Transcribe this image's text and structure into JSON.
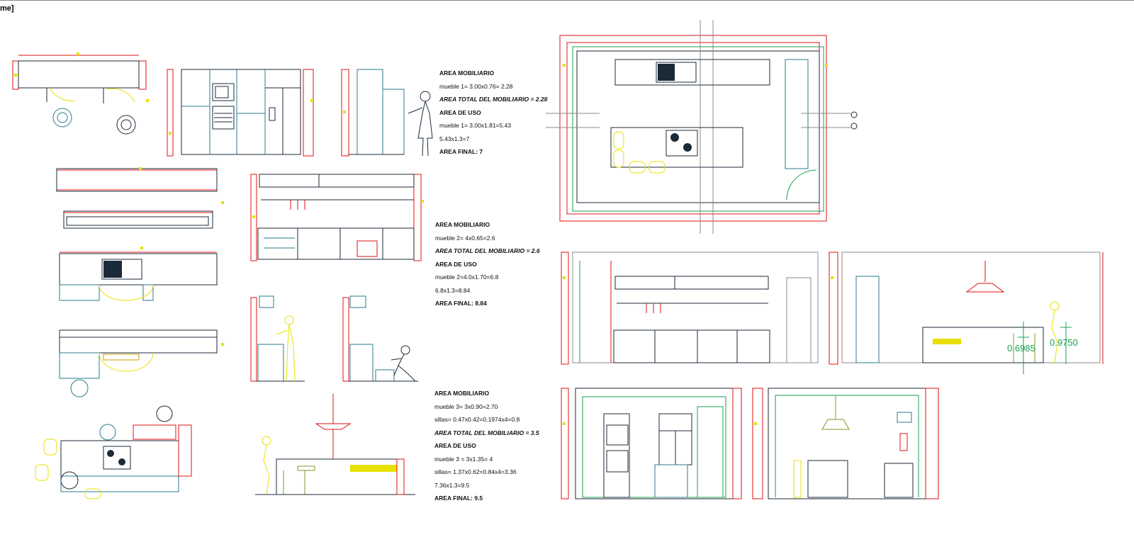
{
  "window": {
    "title_fragment": "me]"
  },
  "notes": [
    {
      "id": "notes-1",
      "lines": [
        {
          "t": "AREA MOBILIARIO",
          "s": "b"
        },
        {
          "t": "mueble 1= 3.00x0.76= 2.28",
          "s": "n"
        },
        {
          "t": "AREA TOTAL DEL MOBILIARIO = 2.28",
          "s": "i"
        },
        {
          "t": "AREA DE USO",
          "s": "b"
        },
        {
          "t": "mueble 1= 3.00x1.81=5.43",
          "s": "n"
        },
        {
          "t": "5.43x1.3=7",
          "s": "n"
        },
        {
          "t": "AREA FINAL: 7",
          "s": "b"
        }
      ]
    },
    {
      "id": "notes-2",
      "lines": [
        {
          "t": "AREA MOBILIARIO",
          "s": "b"
        },
        {
          "t": "mueble 2= 4x0.65=2.6",
          "s": "n"
        },
        {
          "t": "AREA TOTAL DEL MOBILIARIO = 2.6",
          "s": "i"
        },
        {
          "t": "AREA DE USO",
          "s": "b"
        },
        {
          "t": "mueble 2=4.0x1.70=6.8",
          "s": "n"
        },
        {
          "t": "6.8x1.3=8.84",
          "s": "n"
        },
        {
          "t": "AREA FINAL: 8.84",
          "s": "b"
        }
      ]
    },
    {
      "id": "notes-3",
      "lines": [
        {
          "t": "AREA MOBILIARIO",
          "s": "b"
        },
        {
          "t": "mueble 3= 3x0.90=2.70",
          "s": "n"
        },
        {
          "t": "sillas= 0.47x0.42=0.1974x4=0.8",
          "s": "n"
        },
        {
          "t": "AREA TOTAL DEL MOBILIARIO = 3.5",
          "s": "i"
        },
        {
          "t": "AREA DE USO",
          "s": "b"
        },
        {
          "t": "mueble 3 = 3x1.35= 4",
          "s": "n"
        },
        {
          "t": "sillas= 1.37x0.62=0.84x4=3.36",
          "s": "n"
        },
        {
          "t": "7.36x1.3=9.5",
          "s": "n"
        },
        {
          "t": "AREA FINAL: 9.5",
          "s": "b"
        }
      ]
    }
  ],
  "dimensions": {
    "height_a": "0.6985",
    "height_b": "0.9750"
  },
  "colors": {
    "outline": "#1b2a38",
    "cyan": "#2a7b8c",
    "red": "#e01010",
    "yellow": "#e8e000",
    "green": "#1aa24c",
    "gray": "#8a8a8a"
  }
}
